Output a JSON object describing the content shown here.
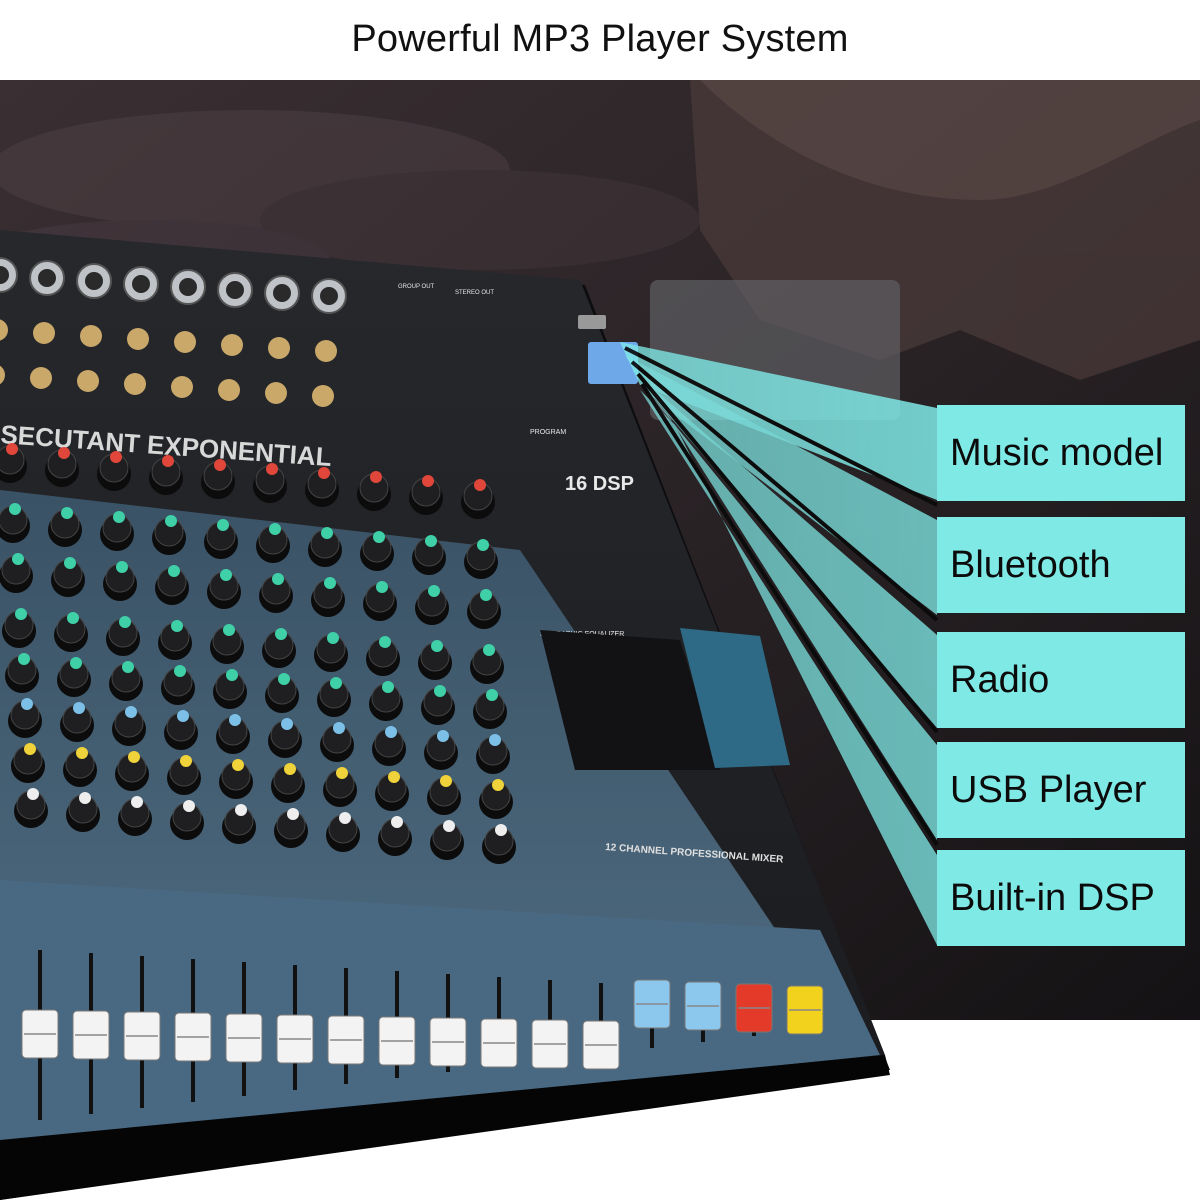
{
  "page_title": "Powerful MP3 Player System",
  "features": [
    {
      "label": "Music model"
    },
    {
      "label": "Bluetooth"
    },
    {
      "label": "Radio"
    },
    {
      "label": "USB Player"
    },
    {
      "label": "Built-in DSP"
    }
  ],
  "mixer": {
    "brand_text": "SECUTANT EXPONENTIAL",
    "model_text": "12 CHANNEL PROFESSIONAL MIXER",
    "dsp_text": "16 DSP",
    "eq_text": "ST GRAPHIC EQUALIZER",
    "program_text": "PROGRAM",
    "group_out_text": "GROUP OUT",
    "stereo_out_text": "STEREO OUT"
  },
  "colors": {
    "accent_cyan": "#7fe9e6",
    "panel_dark": "#1c1d20",
    "panel_blue": "#4e6f86",
    "knob_red": "#e0463a",
    "knob_green": "#3fd0a8",
    "knob_blue": "#7cc0e8",
    "knob_yellow": "#f0d23a",
    "fader_red": "#e43a2a",
    "fader_yellow": "#f2d21c",
    "fader_blue": "#8cc8ee"
  }
}
